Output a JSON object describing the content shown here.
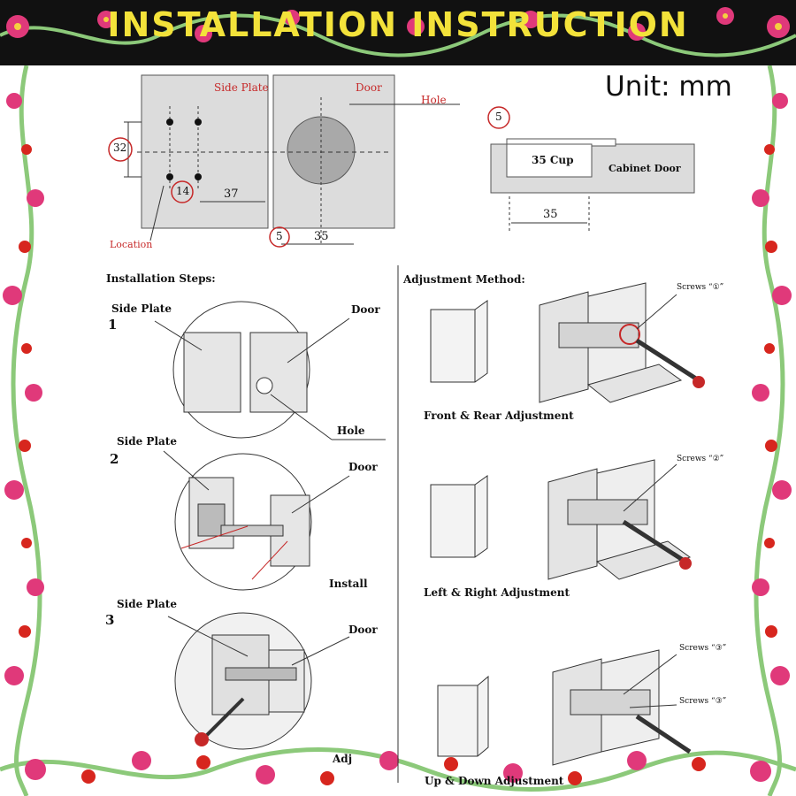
{
  "header": {
    "title": "INSTALLATION INSTRUCTION",
    "unit": "Unit: mm"
  },
  "dimension_diagram": {
    "side_plate_label": "Side Plate",
    "door_label": "Door",
    "hole_label": "Hole",
    "location_label": "Location",
    "dim_32": "32",
    "dim_14": "14",
    "dim_37": "37",
    "dim_5": "5",
    "dim_35": "35",
    "cup_dim_5": "5",
    "cup_label": "35 Cup",
    "cabinet_door_label": "Cabinet Door",
    "cup_dim_35": "35"
  },
  "installation": {
    "heading": "Installation Steps:",
    "step1": {
      "number": "1",
      "side_plate": "Side Plate",
      "door": "Door",
      "hole": "Hole"
    },
    "step2": {
      "number": "2",
      "side_plate": "Side Plate",
      "door": "Door",
      "install": "Install"
    },
    "step3": {
      "number": "3",
      "side_plate": "Side Plate",
      "door": "Door",
      "adjust": "Adj"
    }
  },
  "adjustment": {
    "heading": "Adjustment Method:",
    "front_rear": {
      "screws": "Screws “①”",
      "caption": "Front & Rear Adjustment"
    },
    "left_right": {
      "screws": "Screws “②”",
      "caption": "Left & Right Adjustment"
    },
    "up_down": {
      "screws_a": "Screws “③”",
      "screws_b": "Screws “③”",
      "caption": "Up & Down Adjustment"
    }
  },
  "colors": {
    "banner": "#111111",
    "title": "#f3e23a",
    "dimension_red": "#c62828",
    "panel_gray": "#dcdcdc"
  }
}
